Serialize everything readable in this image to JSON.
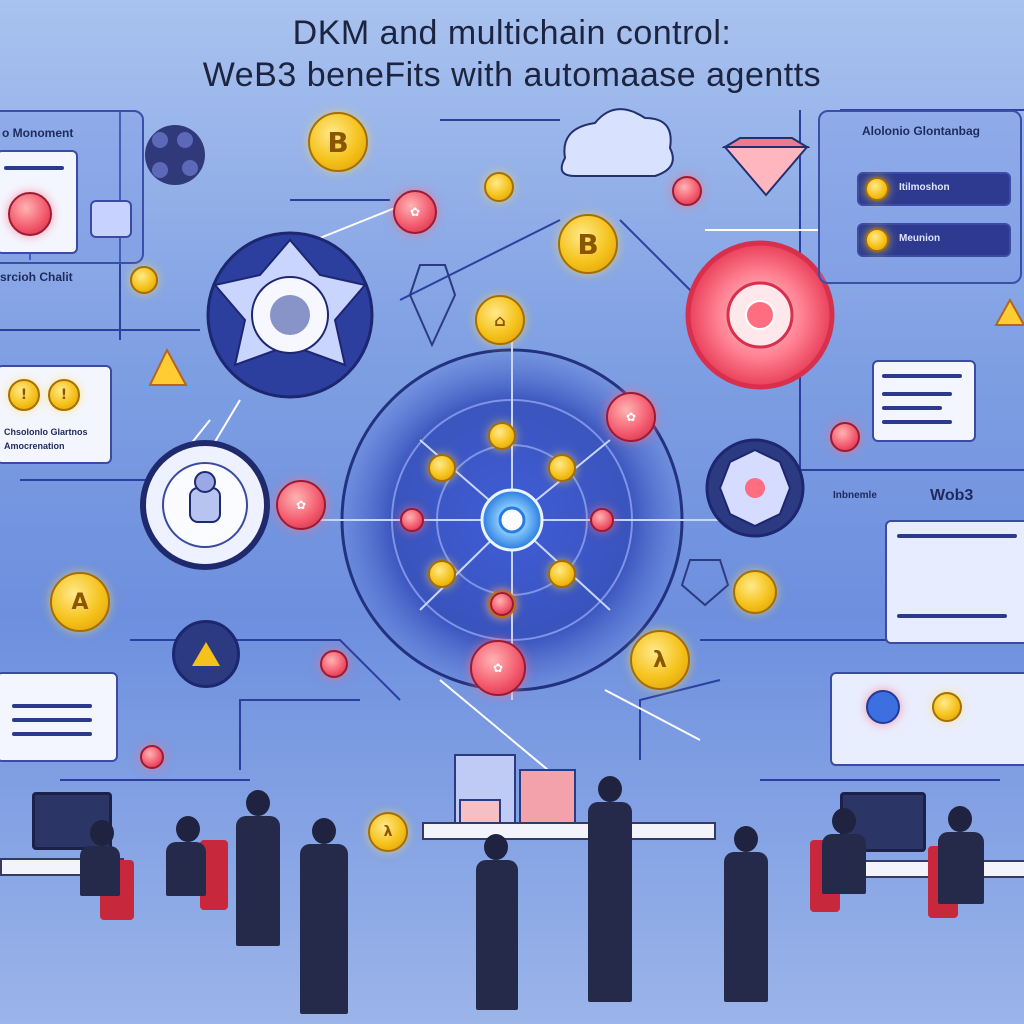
{
  "header": {
    "title_line1": "DKM and multichain control:",
    "title_line2": "WeB3 beneFits with automaase agentts"
  },
  "panels": {
    "top_left_label": "o Monoment",
    "left_mid_label": "srcioh Chalit",
    "left_card_text": "Chsolonlo Glartnos",
    "left_card_text2": "Amocrenation",
    "top_right_label": "Alolonio Glontanbag",
    "right_btn1": "Itilmoshon",
    "right_btn2": "Meunion",
    "right_mid_small": "Inbnemle",
    "right_mid_web3": "Wob3"
  },
  "coins": {
    "bitcoin_symbol": "B"
  },
  "colors": {
    "bg_top": "#a9c2ef",
    "bg_mid": "#6d8fde",
    "panel_border": "#3a4fa8",
    "coin_gold": "#f5c21b",
    "coin_red": "#f2556a",
    "hub_blue": "#3aa0ff",
    "chair_red": "#c8283c"
  },
  "icons": [
    "bitcoin-coin-icon",
    "network-hub-icon",
    "diamond-icon",
    "cloud-icon",
    "shield-icon",
    "warning-icon",
    "people-icon"
  ]
}
